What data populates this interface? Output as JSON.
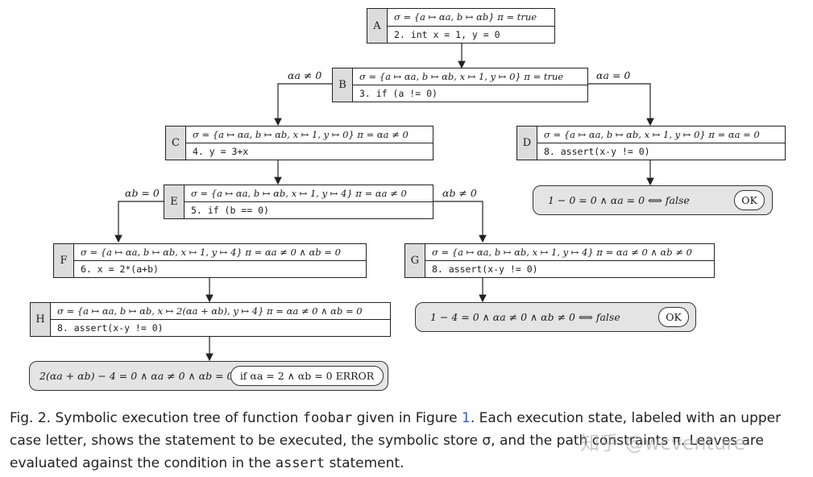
{
  "nodes": {
    "A": {
      "letter": "A",
      "state": "σ = {a ↦ αa, b ↦ αb}   π = true",
      "stmt": "2.  int x = 1, y = 0"
    },
    "B": {
      "letter": "B",
      "state": "σ = {a ↦ αa, b ↦ αb, x ↦ 1, y ↦ 0}  π = true",
      "stmt": "3.  if (a != 0)"
    },
    "C": {
      "letter": "C",
      "state": "σ = {a ↦ αa, b ↦ αb, x ↦ 1, y ↦ 0}   π = αa ≠ 0",
      "stmt": "4.  y = 3+x"
    },
    "D": {
      "letter": "D",
      "state": "σ = {a ↦ αa, b ↦ αb, x ↦ 1, y ↦ 0}   π = αa = 0",
      "stmt": "8.  assert(x-y != 0)"
    },
    "E": {
      "letter": "E",
      "state": "σ = {a ↦ αa, b ↦ αb, x ↦ 1, y ↦ 4}   π = αa ≠ 0",
      "stmt": "5.  if (b == 0)"
    },
    "F": {
      "letter": "F",
      "state": "σ = {a ↦ αa, b ↦ αb, x ↦ 1, y ↦ 4}   π = αa ≠ 0 ∧ αb = 0",
      "stmt": "6.  x = 2*(a+b)"
    },
    "G": {
      "letter": "G",
      "state": "σ = {a ↦ αa, b ↦ αb, x ↦ 1, y ↦ 4}   π = αa ≠ 0 ∧ αb ≠ 0",
      "stmt": "8.  assert(x-y != 0)"
    },
    "H": {
      "letter": "H",
      "state": "σ = {a ↦ αa, b ↦ αb, x ↦ 2(αa + αb), y ↦ 4}   π = αa ≠ 0 ∧ αb = 0",
      "stmt": "8.  assert(x-y != 0)"
    }
  },
  "edge_labels": {
    "b_to_c": "αa ≠ 0",
    "b_to_d": "αa = 0",
    "e_to_f": "αb = 0",
    "e_to_g": "αb ≠ 0"
  },
  "leaves": {
    "D": {
      "expr": "1 − 0 = 0 ∧ αa = 0 ⟺ false",
      "result": "OK"
    },
    "G": {
      "expr": "1 − 4 = 0 ∧ αa ≠ 0 ∧ αb ≠ 0 ⟺ false",
      "result": "OK"
    },
    "H": {
      "expr": "2(αa + αb) − 4 = 0 ∧ αa ≠ 0 ∧ αb = 0",
      "result": "if  αa = 2 ∧ αb = 0    ERROR"
    }
  },
  "caption": {
    "p1": "Fig. 2.  Symbolic execution tree of function ",
    "code1": "foobar",
    "p2": " given in Figure ",
    "fig_ref": "1",
    "p3": ". Each execution state, labeled with an upper case letter, shows the statement to be executed, the symbolic store σ, and the path constraints π. Leaves are evaluated against the condition in the ",
    "code2": "assert",
    "p4": " statement."
  },
  "watermark": "知乎 @wcventure"
}
